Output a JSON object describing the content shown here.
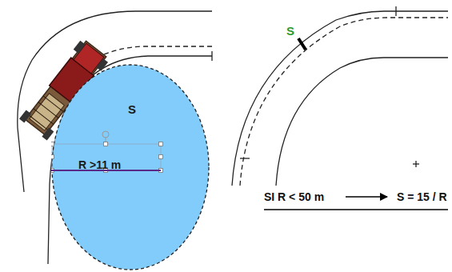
{
  "diagram": {
    "nodes": [
      {
        "text": [
          "S",
          "R >11 m"
        ]
      }
    ],
    "labels": [
      "S",
      "SI R < 50 m",
      "S = 15 / R"
    ]
  }
}
